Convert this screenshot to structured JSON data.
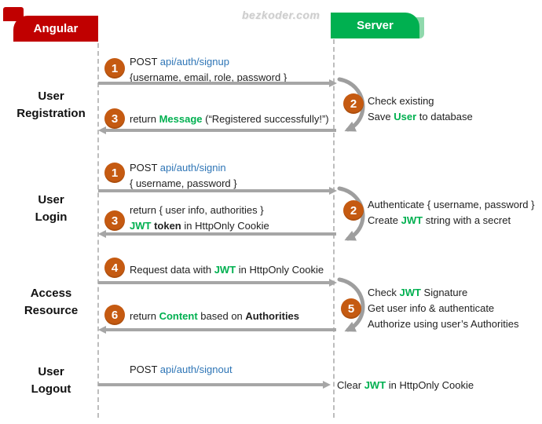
{
  "page": {
    "watermark": "bezkoder.com"
  },
  "actors": {
    "client": {
      "label": "Angular"
    },
    "server": {
      "label": "Server"
    }
  },
  "colors": {
    "client_banner_red": "#C00000",
    "server_banner_green": "#00B050",
    "badge_orange": "#C55A11",
    "keyword_green": "#00B050",
    "link_blue": "#2E75B6",
    "arrow_gray": "#A6A6A6"
  },
  "sections": {
    "registration": {
      "line1": "User",
      "line2": "Registration"
    },
    "login": {
      "line1": "User",
      "line2": "Login"
    },
    "access": {
      "line1": "Access",
      "line2": "Resource"
    },
    "logout": {
      "line1": "User",
      "line2": "Logout"
    }
  },
  "flows": {
    "registration": {
      "request": {
        "badge": "1",
        "line1": [
          {
            "t": "POST "
          },
          {
            "t": "api/auth/signup",
            "c": "blue"
          }
        ],
        "line2": [
          {
            "t": "{username, email, role, password }"
          }
        ]
      },
      "server": {
        "badge": "2",
        "line1": [
          {
            "t": "Check existing"
          }
        ],
        "line2": [
          {
            "t": "Save "
          },
          {
            "t": "User",
            "c": "green"
          },
          {
            "t": " to database"
          }
        ]
      },
      "response": {
        "badge": "3",
        "line1": [
          {
            "t": "return "
          },
          {
            "t": "Message",
            "c": "green"
          },
          {
            "t": " (“Registered successfully!”)"
          }
        ]
      }
    },
    "login": {
      "request": {
        "badge": "1",
        "line1": [
          {
            "t": "POST "
          },
          {
            "t": "api/auth/signin",
            "c": "blue"
          }
        ],
        "line2": [
          {
            "t": "{ username, password }"
          }
        ]
      },
      "server": {
        "badge": "2",
        "line1": [
          {
            "t": "Authenticate { username, password }"
          }
        ],
        "line2": [
          {
            "t": "Create "
          },
          {
            "t": "JWT",
            "c": "green"
          },
          {
            "t": " string with a secret"
          }
        ]
      },
      "response": {
        "badge": "3",
        "line1": [
          {
            "t": "return { user info, authorities }"
          }
        ],
        "line2": [
          {
            "t": "JWT",
            "c": "green"
          },
          {
            "t": " "
          },
          {
            "t": "token",
            "c": "bold"
          },
          {
            "t": " in HttpOnly Cookie"
          }
        ]
      }
    },
    "access": {
      "request": {
        "badge": "4",
        "line1": [
          {
            "t": "Request data with "
          },
          {
            "t": "JWT",
            "c": "green"
          },
          {
            "t": " in HttpOnly Cookie"
          }
        ]
      },
      "server": {
        "badge": "5",
        "line1": [
          {
            "t": "Check "
          },
          {
            "t": "JWT",
            "c": "green"
          },
          {
            "t": " Signature"
          }
        ],
        "line2": [
          {
            "t": "Get user info & authenticate"
          }
        ],
        "line3": [
          {
            "t": "Authorize using user’s Authorities"
          }
        ]
      },
      "response": {
        "badge": "6",
        "line1": [
          {
            "t": "return "
          },
          {
            "t": "Content",
            "c": "green"
          },
          {
            "t": " based on "
          },
          {
            "t": "Authorities",
            "c": "bold"
          }
        ]
      }
    },
    "logout": {
      "request": {
        "line1": [
          {
            "t": "POST "
          },
          {
            "t": "api/auth/signout",
            "c": "blue"
          }
        ]
      },
      "server": {
        "line1": [
          {
            "t": "Clear "
          },
          {
            "t": "JWT",
            "c": "green"
          },
          {
            "t": " in HttpOnly Cookie"
          }
        ]
      }
    }
  }
}
